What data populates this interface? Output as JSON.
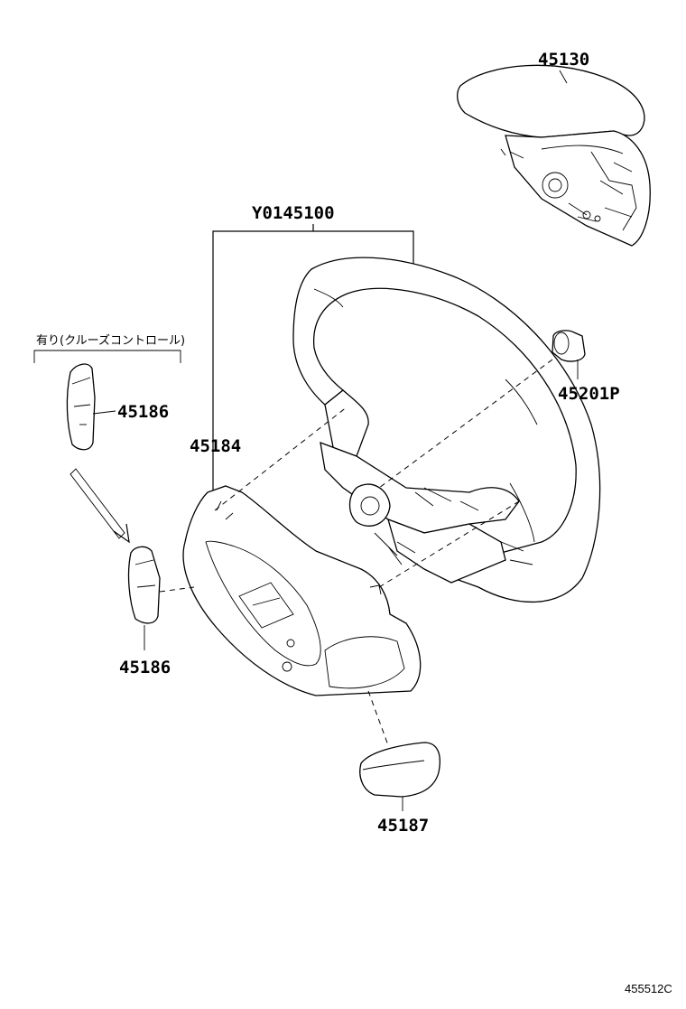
{
  "labels": {
    "p45130": "45130",
    "y0145100": "Y0145100",
    "p45201p": "45201P",
    "p45184": "45184",
    "p45186_top": "45186",
    "p45186_bottom": "45186",
    "p45187": "45187"
  },
  "note": "有り(クルーズコントロール)",
  "diagram_code": "455512C"
}
